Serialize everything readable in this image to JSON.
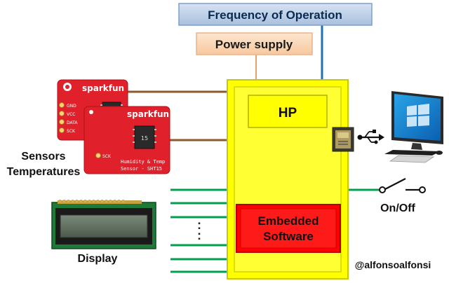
{
  "labels": {
    "frequency": "Frequency of Operation",
    "power": "Power supply",
    "hp": "HP",
    "embedded_line1": "Embedded",
    "embedded_line2": "Software",
    "sensors_line1": "Sensors",
    "sensors_line2": "Temperatures",
    "display": "Display",
    "onoff": "On/Off",
    "watermark": "@alfonsoalfonsi",
    "ellipsis": ":"
  },
  "sensor_board": {
    "brand": "sparkfun",
    "caption_line1": "Humidity & Temp",
    "caption_line2": "Sensor - SHT15",
    "chip_text": "15",
    "pins": [
      "GND",
      "VCC",
      "DATA",
      "SCK"
    ]
  },
  "colors": {
    "frequency_fill": "#b8cce4",
    "frequency_stroke": "#7f9fc8",
    "power_fill": "#fcd5b5",
    "power_stroke": "#e8b48a",
    "main_block": "#ffff00",
    "main_block_inner": "#ffff33",
    "main_block_stroke": "#c8c800",
    "software_fill": "#ff0000",
    "bus_lines": "#00a050",
    "sensor_wires": "#8b5a2b",
    "frequency_wire": "#1f6fb5",
    "power_wire": "#e8a070",
    "sensor_board": "#e0202a"
  },
  "icons": [
    "usb-icon",
    "sd-card-icon",
    "computer-icon",
    "switch-icon",
    "lcd-display-icon",
    "sensor-board-icon"
  ]
}
